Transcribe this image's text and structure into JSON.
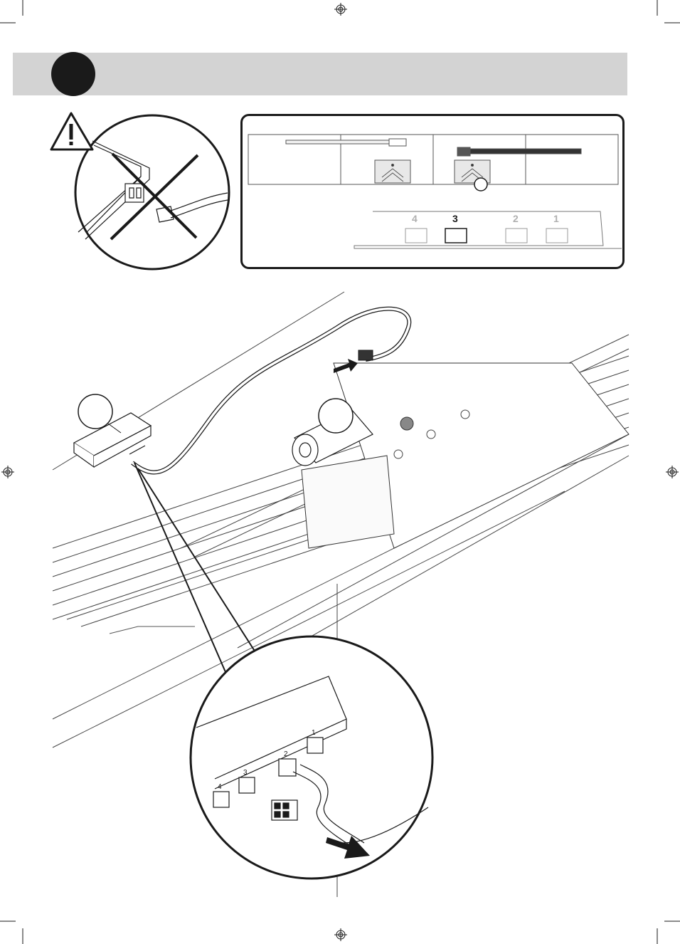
{
  "header": {
    "band_color": "#d3d3d3",
    "step_circle_color": "#1a1a1a"
  },
  "warning": {
    "icon": "warning-triangle-icon",
    "symbol": "!",
    "crossed_out": true
  },
  "port_diagram": {
    "ports": [
      {
        "label": "4",
        "active": false
      },
      {
        "label": "3",
        "active": true
      },
      {
        "label": "2",
        "active": false
      },
      {
        "label": "1",
        "active": false
      }
    ]
  },
  "zoom_detail": {
    "port_labels": [
      "4",
      "3",
      "2",
      "1"
    ],
    "insert_arrow_icon": "arrow-right-icon"
  },
  "main_illustration": {
    "unplug_arrow_icon": "arrow-left-icon"
  }
}
